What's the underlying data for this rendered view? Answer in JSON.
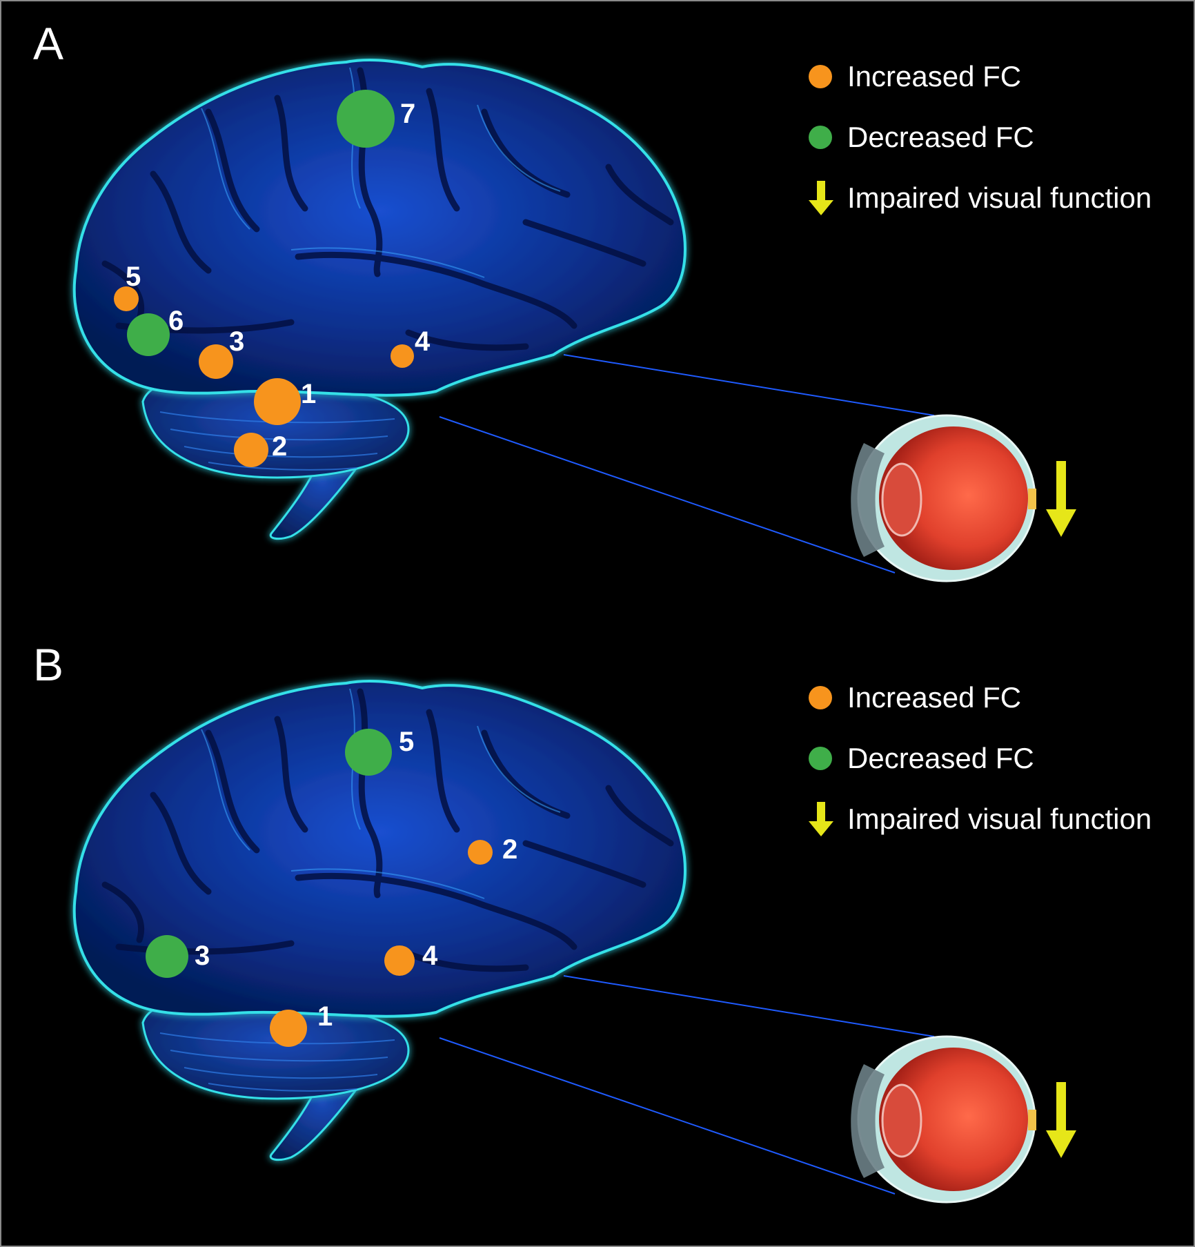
{
  "panels": [
    {
      "letter": "A",
      "legend": {
        "increased": "Increased FC",
        "decreased": "Decreased FC",
        "impaired": "Impaired visual function"
      },
      "regions": [
        {
          "label": "1",
          "type": "increased"
        },
        {
          "label": "2",
          "type": "increased"
        },
        {
          "label": "3",
          "type": "increased"
        },
        {
          "label": "4",
          "type": "increased"
        },
        {
          "label": "5",
          "type": "increased"
        },
        {
          "label": "6",
          "type": "decreased"
        },
        {
          "label": "7",
          "type": "decreased"
        }
      ]
    },
    {
      "letter": "B",
      "legend": {
        "increased": "Increased FC",
        "decreased": "Decreased FC",
        "impaired": "Impaired visual function"
      },
      "regions": [
        {
          "label": "1",
          "type": "increased"
        },
        {
          "label": "2",
          "type": "increased"
        },
        {
          "label": "3",
          "type": "decreased"
        },
        {
          "label": "4",
          "type": "increased"
        },
        {
          "label": "5",
          "type": "decreased"
        }
      ]
    }
  ],
  "colors": {
    "increased": "#f7941d",
    "decreased": "#3fae49",
    "arrow": "#e6e619",
    "brain": "#0a2f8c",
    "brain_edge": "#35e0e8"
  },
  "icons": {
    "brain": "brain-icon",
    "eye": "eyeball-cross-section-icon",
    "arrow": "down-arrow-icon"
  }
}
